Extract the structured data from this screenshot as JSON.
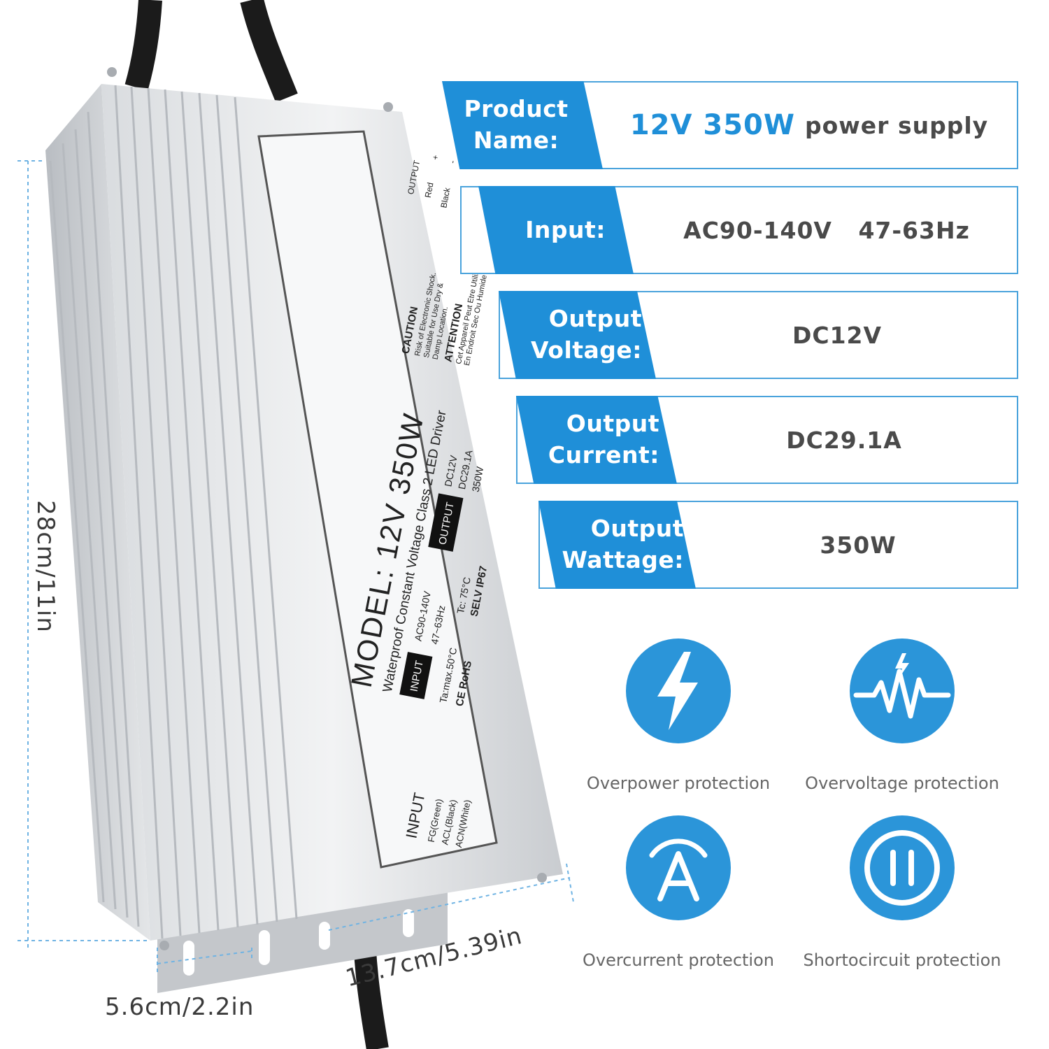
{
  "specs": [
    {
      "label": "Product\nName:",
      "value_highlight": "12V 350W",
      "value_rest": "power supply"
    },
    {
      "label": "Input:",
      "value": "AC90-140V   47-63Hz"
    },
    {
      "label": "Output\nVoltage:",
      "value": "DC12V"
    },
    {
      "label": "Output\nCurrent:",
      "value": "DC29.1A"
    },
    {
      "label": "Output\nWattage:",
      "value": "350W"
    }
  ],
  "features": [
    {
      "icon": "lightning-bolt-icon",
      "caption": "Overpower protection"
    },
    {
      "icon": "voltage-wave-icon",
      "caption": "Overvoltage protection"
    },
    {
      "icon": "ampere-icon",
      "caption": "Overcurrent protection"
    },
    {
      "icon": "short-circuit-icon",
      "caption": "Shortocircuit protection"
    }
  ],
  "dimensions": {
    "length": "28cm/11in",
    "width": "13.7cm/5.39in",
    "height": "5.6cm/2.2in"
  },
  "device_label": {
    "model": "MODEL: 12V 350W",
    "description": "Waterproof Constant Voltage Class 2 LED Driver",
    "input_tag": "INPUT",
    "input_voltage": "AC90-140V",
    "input_freq": "47~63Hz",
    "output_tag": "OUTPUT",
    "output_voltage": "DC12V",
    "output_current": "DC29.1A",
    "output_power": "350W",
    "ta": "Ta:max.50°C",
    "tc": "Tc: 75°C",
    "ratings": "SELV IP67",
    "marks": "CE RoHS",
    "caution_title": "CAUTION",
    "caution_lines": [
      "Risk of Electronic Shock.",
      "Suitable for Use Dry &",
      "Damp Location."
    ],
    "attention_title": "ATTENTION",
    "attention_lines": [
      "Cet Appareil Peut Etre Utilise",
      "En Endroit Sec Ou Humide"
    ],
    "wire_title": "OUTPUT",
    "wire_red": "Red",
    "wire_plus": "+",
    "wire_black": "Black",
    "wire_minus": "-",
    "terminal_title": "INPUT",
    "terminals": [
      "FG(Green)",
      "ACL(Black)",
      "ACN(White)"
    ]
  },
  "colors": {
    "accent": "#1f8fd8",
    "frame": "#4aa3dc",
    "icon_circle": "#2b95d9"
  }
}
